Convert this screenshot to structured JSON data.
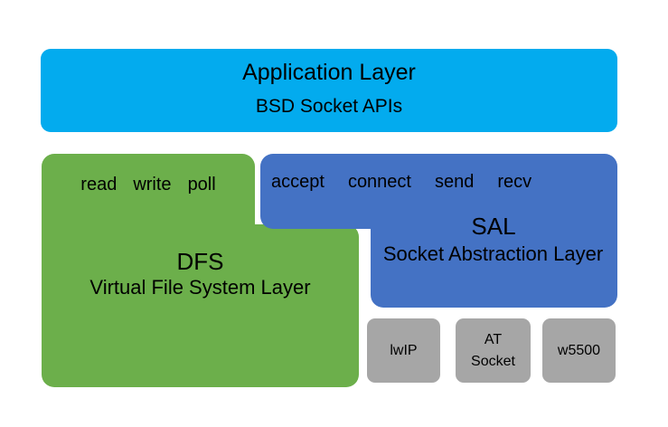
{
  "diagram": {
    "title": "RT-Thread network stack layering diagram",
    "colors": {
      "application": "#03ABEE",
      "dfs": "#6CAF4B",
      "sal": "#4472C4",
      "driver": "#A6A6A6",
      "background": "#FFFFFF",
      "text": "#000000"
    }
  },
  "application_layer": {
    "title": "Application Layer",
    "subtitle": "BSD Socket APIs"
  },
  "dfs_layer": {
    "title": "DFS",
    "subtitle": "Virtual File System Layer",
    "operations": [
      "read",
      "write",
      "poll"
    ]
  },
  "sal_layer": {
    "title": "SAL",
    "subtitle": "Socket Abstraction Layer",
    "operations": [
      "accept",
      "connect",
      "send",
      "recv"
    ]
  },
  "drivers": [
    {
      "name": "lwIP",
      "lines": [
        "lwIP"
      ]
    },
    {
      "name": "AT Socket",
      "lines": [
        "AT",
        "Socket"
      ]
    },
    {
      "name": "w5500",
      "lines": [
        "w5500"
      ]
    }
  ]
}
